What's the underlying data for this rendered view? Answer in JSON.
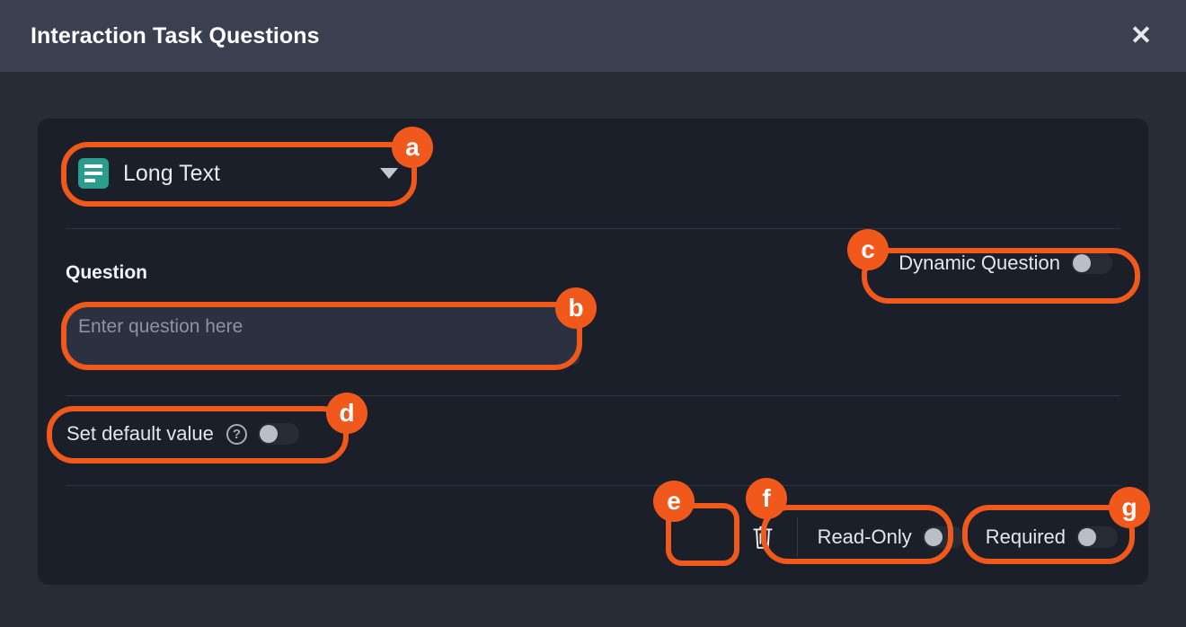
{
  "window": {
    "title": "Interaction Task Questions",
    "close_icon": "close-icon",
    "close_glyph": "✕"
  },
  "colors": {
    "accent": "#f1581c",
    "header_bg": "#3b4050",
    "page_bg": "#282c37",
    "card_bg": "#1b1f2a",
    "type_icon_bg": "#2a9d8f",
    "toggle_track": "#262b36",
    "toggle_knob": "#b9bec7"
  },
  "card": {
    "type_select": {
      "icon": "long-text-icon",
      "value": "Long Text",
      "caret_icon": "chevron-down-icon"
    },
    "question": {
      "label": "Question",
      "value": "",
      "placeholder": "Enter question here"
    },
    "dynamic_question": {
      "label": "Dynamic Question",
      "state": "off"
    },
    "set_default_value": {
      "label": "Set default value",
      "help_icon": "help-circle-icon",
      "help_glyph": "?",
      "state": "off"
    },
    "footer": {
      "delete_icon": "trash-icon",
      "read_only": {
        "label": "Read-Only",
        "state": "off"
      },
      "required": {
        "label": "Required",
        "state": "off"
      }
    }
  },
  "annotations": [
    {
      "id": "a",
      "label": "a",
      "target": "type-select"
    },
    {
      "id": "b",
      "label": "b",
      "target": "question-input"
    },
    {
      "id": "c",
      "label": "c",
      "target": "dynamic-question-toggle"
    },
    {
      "id": "d",
      "label": "d",
      "target": "set-default-value-toggle"
    },
    {
      "id": "e",
      "label": "e",
      "target": "delete-button"
    },
    {
      "id": "f",
      "label": "f",
      "target": "read-only-toggle"
    },
    {
      "id": "g",
      "label": "g",
      "target": "required-toggle"
    }
  ]
}
